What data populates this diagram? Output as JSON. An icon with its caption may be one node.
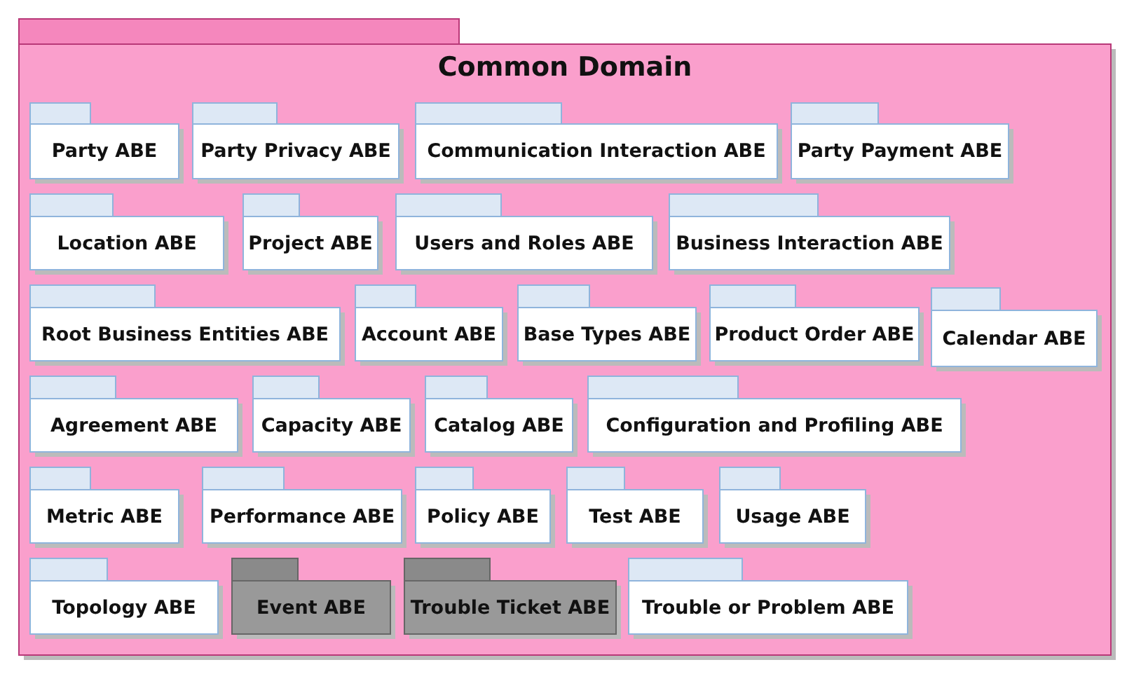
{
  "diagram": {
    "nodes": [
      {
        "text": [
          "Common Domain"
        ]
      },
      {
        "text": [
          "Party ABE"
        ],
        "in": 0
      },
      {
        "text": [
          "Party Privacy ABE"
        ],
        "in": 0
      },
      {
        "text": [
          "Communication Interaction ABE"
        ],
        "in": 0
      },
      {
        "text": [
          "Party Payment ABE"
        ],
        "in": 0
      },
      {
        "text": [
          "Location ABE"
        ],
        "in": 0
      },
      {
        "text": [
          "Project ABE"
        ],
        "in": 0
      },
      {
        "text": [
          "Users and Roles ABE"
        ],
        "in": 0
      },
      {
        "text": [
          "Business Interaction ABE"
        ],
        "in": 0
      },
      {
        "text": [
          "Root Business Entities ABE"
        ],
        "in": 0
      },
      {
        "text": [
          "Account ABE"
        ],
        "in": 0
      },
      {
        "text": [
          "Base Types ABE"
        ],
        "in": 0
      },
      {
        "text": [
          "Product Order ABE"
        ],
        "in": 0
      },
      {
        "text": [
          "Calendar ABE"
        ],
        "in": 0
      },
      {
        "text": [
          "Agreement ABE"
        ],
        "in": 0
      },
      {
        "text": [
          "Capacity ABE"
        ],
        "in": 0
      },
      {
        "text": [
          "Catalog ABE"
        ],
        "in": 0
      },
      {
        "text": [
          "Configuration and Profiling ABE"
        ],
        "in": 0
      },
      {
        "text": [
          "Metric ABE"
        ],
        "in": 0
      },
      {
        "text": [
          "Performance ABE"
        ],
        "in": 0
      },
      {
        "text": [
          "Policy ABE"
        ],
        "in": 0
      },
      {
        "text": [
          "Test ABE"
        ],
        "in": 0
      },
      {
        "text": [
          "Usage ABE"
        ],
        "in": 0
      },
      {
        "text": [
          "Topology ABE"
        ],
        "in": 0
      },
      {
        "text": [
          "Event ABE"
        ],
        "in": 0
      },
      {
        "text": [
          "Trouble Ticket ABE"
        ],
        "in": 0
      },
      {
        "text": [
          "Trouble or Problem ABE"
        ],
        "in": 0
      }
    ]
  }
}
